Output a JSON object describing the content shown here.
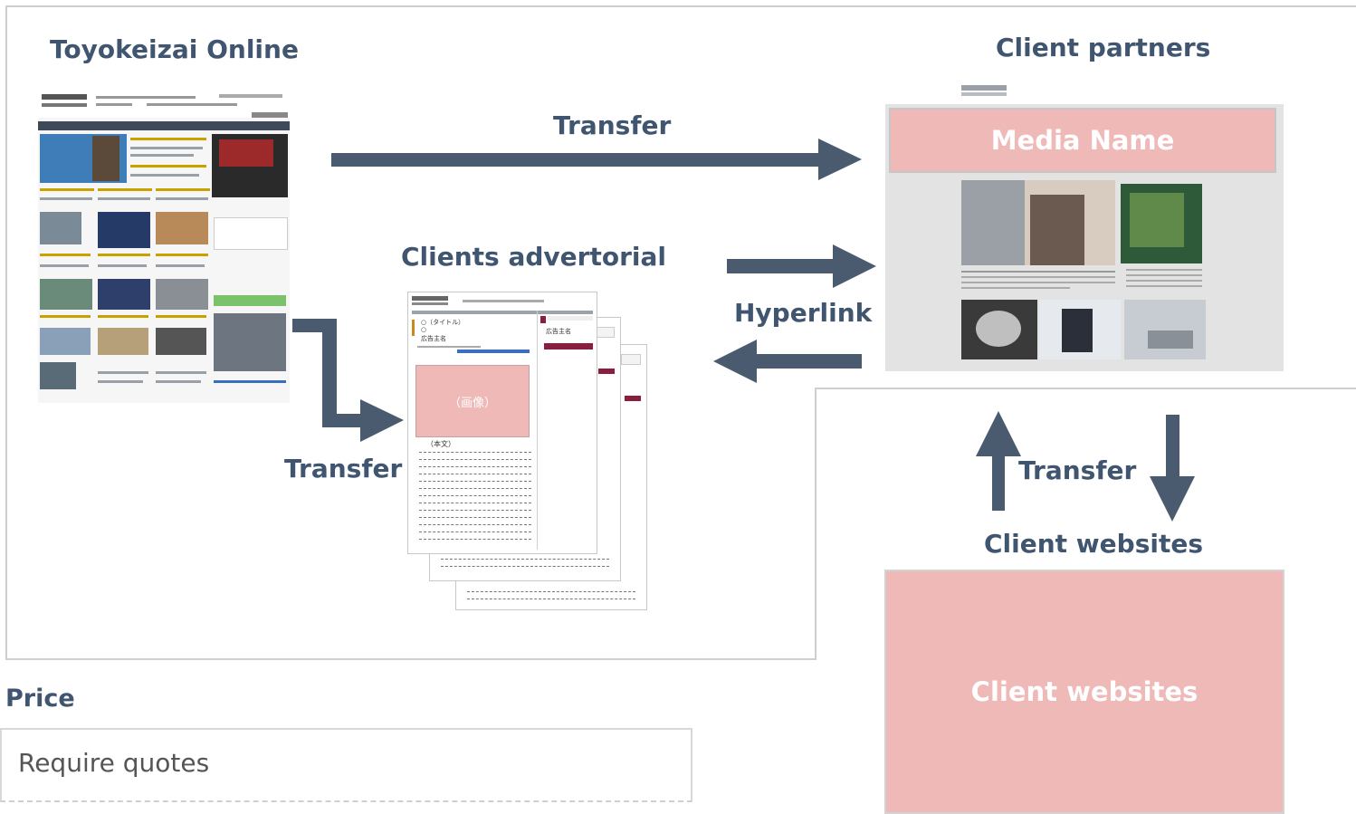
{
  "sections": {
    "toyokeizai": "Toyokeizai Online",
    "client_partners": "Client partners",
    "clients_advertorial": "Clients advertorial",
    "client_websites_label": "Client websites"
  },
  "arrows": {
    "transfer_top": "Transfer",
    "hyperlink": "Hyperlink",
    "transfer_left": "Transfer",
    "transfer_right": "Transfer"
  },
  "partner_mock": {
    "media_name": "Media Name"
  },
  "advertorial_mock": {
    "title_placeholder": "○（タイトル）",
    "circle": "○",
    "advertiser": "広告主名",
    "image_placeholder": "（画像）",
    "body_placeholder": "（本文）",
    "side_advertiser": "広告主名"
  },
  "client_websites_box": "Client websites",
  "price": {
    "heading": "Price",
    "value": "Require quotes"
  },
  "colors": {
    "arrow": "#4a5b70",
    "pink": "#efb9b8",
    "text": "#3f5570"
  }
}
